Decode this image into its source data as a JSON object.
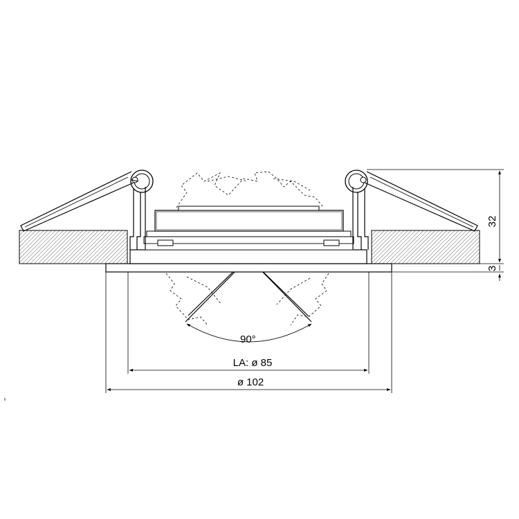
{
  "diagram": {
    "subject": "recessed downlight cross-section, tilting",
    "labels": {
      "tilt_angle": "90°",
      "cutout_diameter": "LA: ø 85",
      "outer_diameter": "ø 102",
      "height": "32",
      "flange_thickness": "3"
    },
    "colors": {
      "line": "#000000",
      "background": "#ffffff",
      "hatch": "#555555"
    }
  }
}
